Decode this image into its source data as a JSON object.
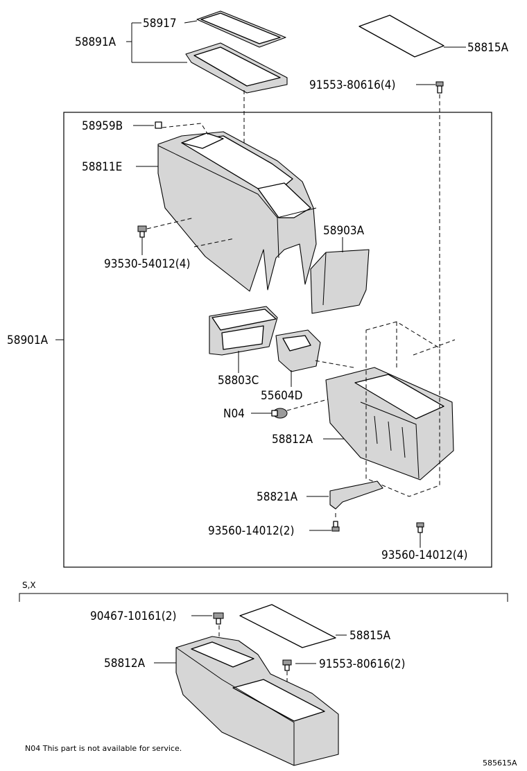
{
  "diagram": {
    "section_label": "S,X",
    "footnote": "N04 This part is not available for service.",
    "ref_code": "585615A",
    "parts": [
      {
        "id": "p58917",
        "label": "58917"
      },
      {
        "id": "p58891A",
        "label": "58891A"
      },
      {
        "id": "p58815A_top",
        "label": "58815A"
      },
      {
        "id": "p91553_top",
        "label": "91553-80616(4)"
      },
      {
        "id": "p58959B",
        "label": "58959B"
      },
      {
        "id": "p58811E",
        "label": "58811E"
      },
      {
        "id": "p93530",
        "label": "93530-54012(4)"
      },
      {
        "id": "p58903A",
        "label": "58903A"
      },
      {
        "id": "p58901A",
        "label": "58901A"
      },
      {
        "id": "p58803C",
        "label": "58803C"
      },
      {
        "id": "p55604D",
        "label": "55604D"
      },
      {
        "id": "pN04",
        "label": "N04"
      },
      {
        "id": "p58812A_top",
        "label": "58812A"
      },
      {
        "id": "p58821A",
        "label": "58821A"
      },
      {
        "id": "p93560_a",
        "label": "93560-14012(2)"
      },
      {
        "id": "p93560_b",
        "label": "93560-14012(4)"
      },
      {
        "id": "p90467",
        "label": "90467-10161(2)"
      },
      {
        "id": "p58815A_bot",
        "label": "58815A"
      },
      {
        "id": "p58812A_bot",
        "label": "58812A"
      },
      {
        "id": "p91553_bot",
        "label": "91553-80616(2)"
      }
    ]
  }
}
